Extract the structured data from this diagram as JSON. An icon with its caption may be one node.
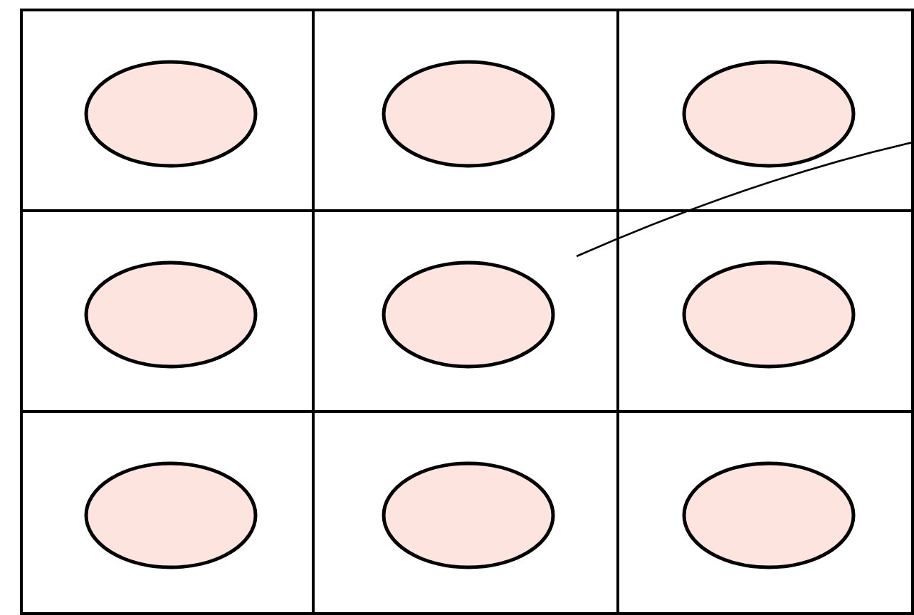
{
  "diagram": {
    "nodes": [
      {
        "text": [],
        "shape": "box"
      },
      {
        "text": [],
        "shape": "box"
      },
      {
        "text": [],
        "shape": "box"
      },
      {
        "text": [],
        "shape": "box"
      },
      {
        "text": [],
        "shape": "box"
      },
      {
        "text": [],
        "shape": "box"
      },
      {
        "text": [],
        "shape": "box"
      },
      {
        "text": [],
        "shape": "box"
      },
      {
        "text": [],
        "shape": "box"
      },
      {
        "text": [],
        "shape": "ellipse",
        "in": 0
      },
      {
        "text": [],
        "shape": "ellipse",
        "in": 1
      },
      {
        "text": [],
        "shape": "ellipse",
        "in": 2
      },
      {
        "text": [],
        "shape": "ellipse",
        "in": 3
      },
      {
        "text": [],
        "shape": "ellipse",
        "in": 4
      },
      {
        "text": [],
        "shape": "ellipse",
        "in": 5
      },
      {
        "text": [],
        "shape": "ellipse",
        "in": 6
      },
      {
        "text": [],
        "shape": "ellipse",
        "in": 7
      },
      {
        "text": [],
        "shape": "ellipse",
        "in": 8
      }
    ],
    "edges": [
      {
        "from": 2,
        "to": 4,
        "arrow": "none"
      }
    ]
  }
}
